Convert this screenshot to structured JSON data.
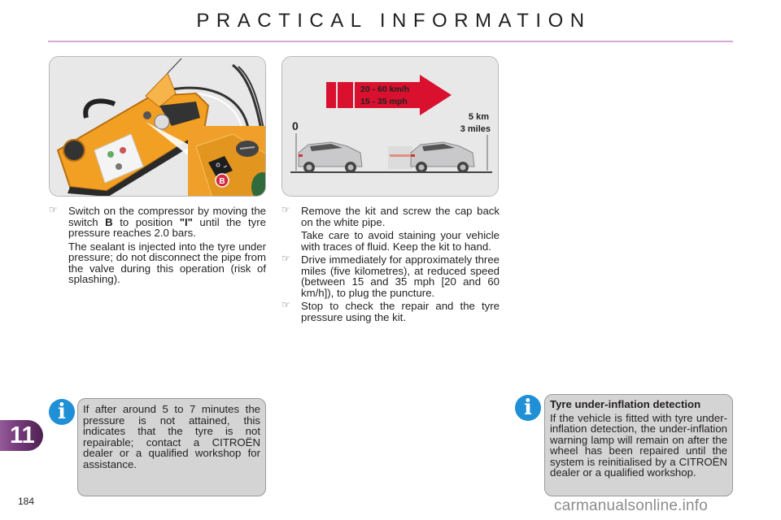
{
  "header": {
    "title": "PRACTICAL INFORMATION"
  },
  "figures": {
    "kit": {
      "label": "B",
      "description": "Temporary puncture repair kit compressor with switch B"
    },
    "drive": {
      "speed_kmh": "20 - 60 km/h",
      "speed_mph": "15 - 35 mph",
      "start_label": "0",
      "distance_km": "5 km",
      "distance_miles": "3 miles"
    }
  },
  "column_left": {
    "steps": [
      {
        "bullet": "☞",
        "text_part1": "Switch on the compressor by moving the switch ",
        "bold1": "B",
        "text_part2": " to position ",
        "bold2": "\"I\"",
        "text_part3": " until the tyre pressure reaches 2.0 bars.",
        "note": "The sealant is injected into the tyre under pressure; do not disconnect the pipe from the valve during this operation (risk of splashing)."
      }
    ]
  },
  "column_middle": {
    "steps": [
      {
        "bullet": "☞",
        "text": "Remove the kit and screw the cap back on the white pipe.",
        "note": "Take care to avoid staining your vehicle with traces of fluid. Keep the kit to hand."
      },
      {
        "bullet": "☞",
        "text": "Drive immediately for approximately three miles (five kilometres), at reduced speed (between 15 and 35 mph [20 and 60 km/h]), to plug the puncture."
      },
      {
        "bullet": "☞",
        "text": "Stop to check the repair and the tyre pressure using the kit."
      }
    ]
  },
  "info_boxes": [
    {
      "icon": "i",
      "text": "If after around 5 to 7 minutes the pressure is not attained, this indicates that the tyre is not repairable; contact a CITROËN dealer or a qualified workshop for assistance."
    },
    {
      "icon": "i",
      "heading": "Tyre under-inflation detection",
      "text": "If the vehicle is fitted with tyre under-inflation detection, the under-inflation warning lamp will remain on after the wheel has been repaired until the system is reinitialised by a CITROËN dealer or a qualified workshop."
    }
  ],
  "footer": {
    "chapter": "11",
    "page_number": "184",
    "watermark": "carmanualsonline.info"
  },
  "colors": {
    "title_rule": "#d8a6d8",
    "chapter_tab": "#7a3f80",
    "info_icon": "#1f8fd6",
    "info_box_bg": "#d4d4d4",
    "arrow_red": "#d9102e",
    "kit_orange": "#f2a024"
  }
}
